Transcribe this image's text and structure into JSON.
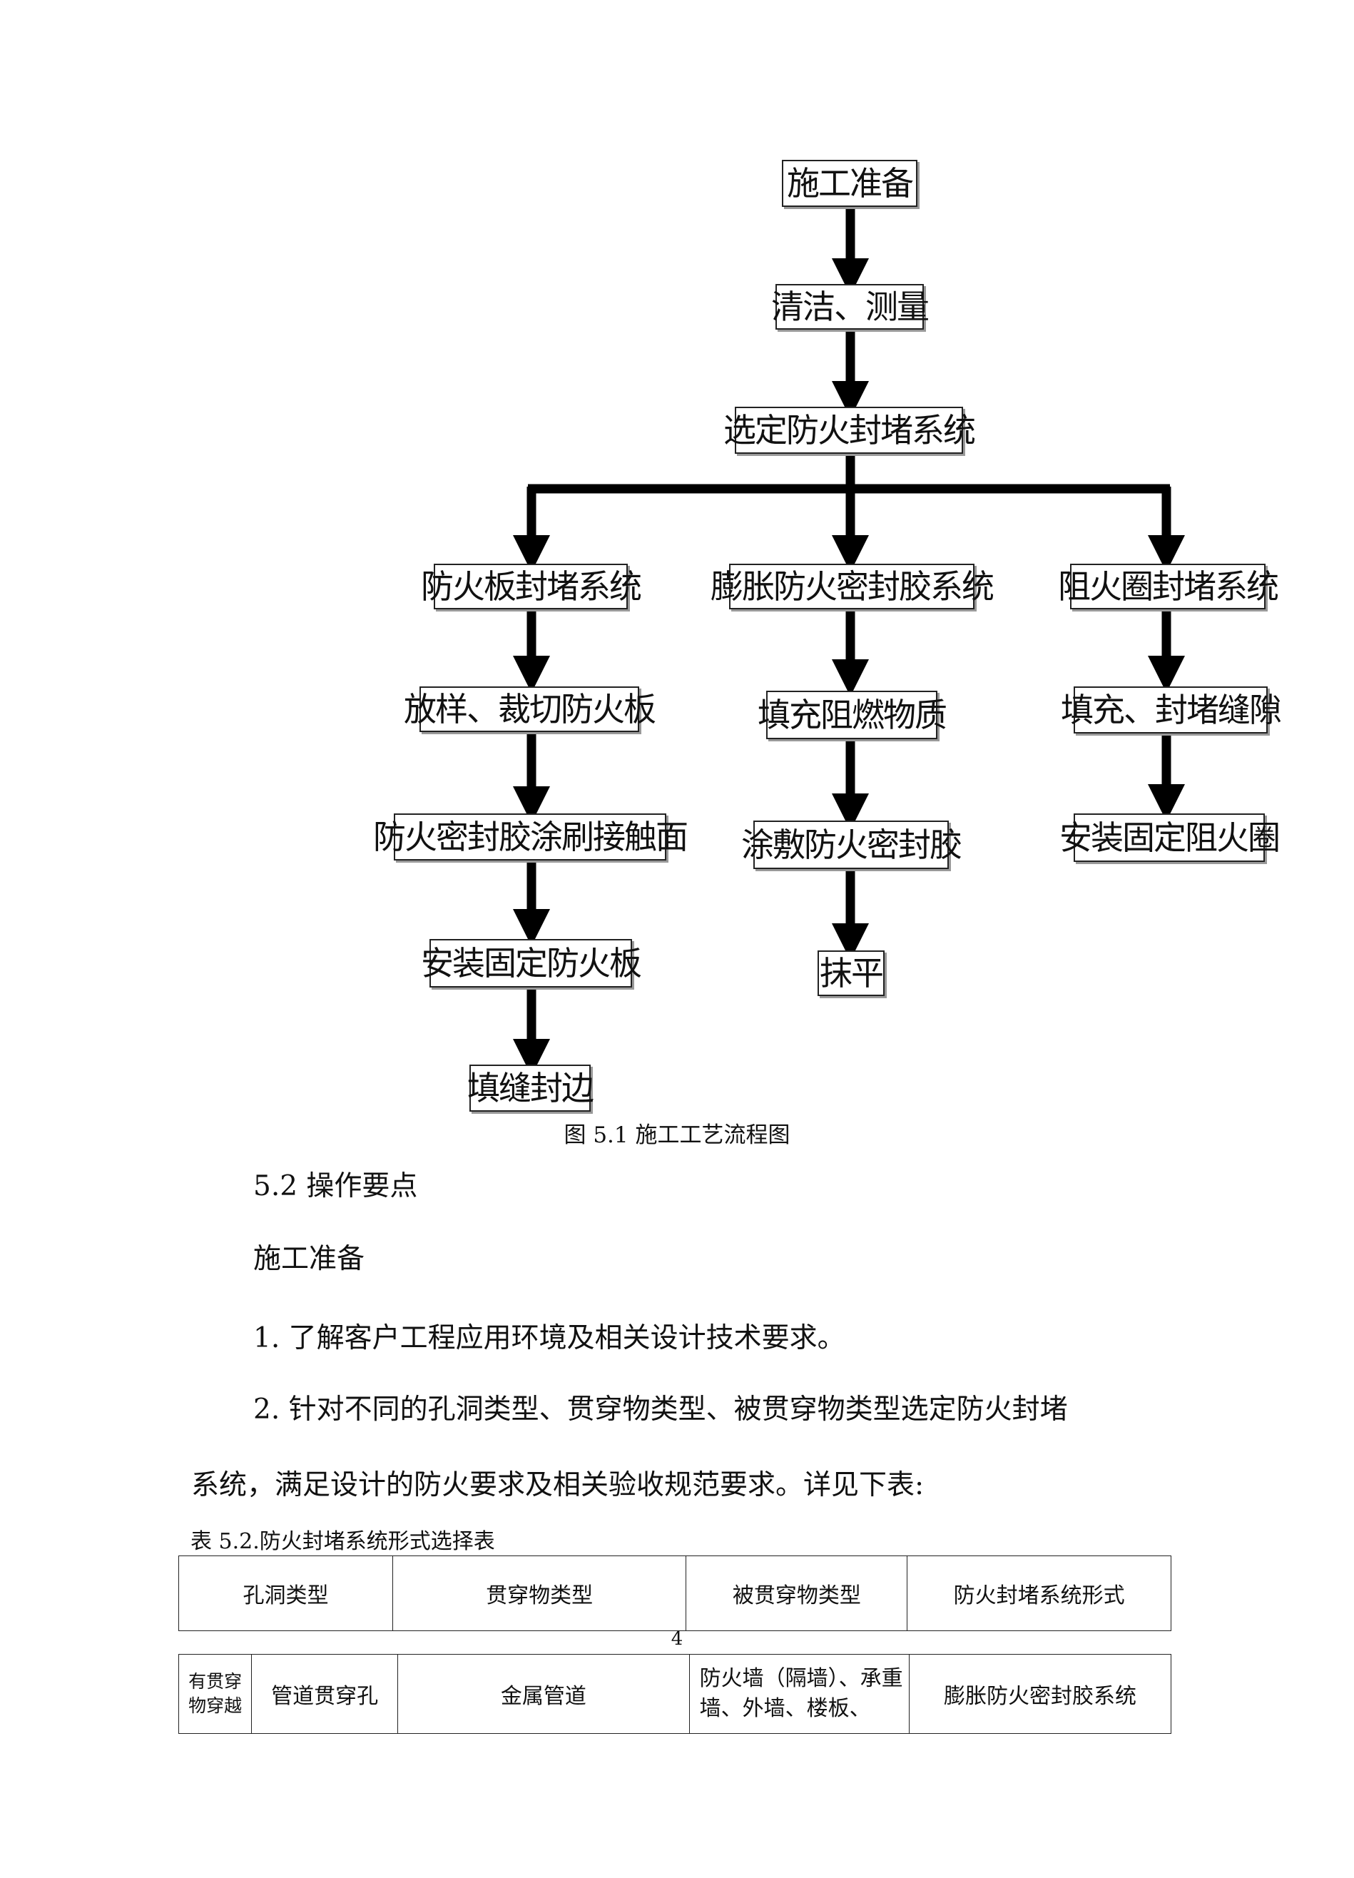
{
  "flowchart": {
    "step1": "施工准备",
    "step2": "清洁、测量",
    "step3": "选定防火封堵系统",
    "branch1": {
      "title": "防火板封堵系统",
      "steps": [
        "放样、裁切防火板",
        "防火密封胶涂刷接触面",
        "安装固定防火板",
        "填缝封边"
      ]
    },
    "branch2": {
      "title": "膨胀防火密封胶系统",
      "steps": [
        "填充阻燃物质",
        "涂敷防火密封胶",
        "抹平"
      ]
    },
    "branch3": {
      "title": "阻火圈封堵系统",
      "steps": [
        "填充、封堵缝隙",
        "安装固定阻火圈"
      ]
    },
    "caption": "图 5.1 施工工艺流程图"
  },
  "text": {
    "section": "5.2 操作要点",
    "heading": "施工准备",
    "item1": "1.  了解客户工程应用环境及相关设计技术要求。",
    "item2_line1": "2. 针对不同的孔洞类型、贯穿物类型、被贯穿物类型选定防火封堵",
    "item2_line2": "系统，满足设计的防火要求及相关验收规范要求。详见下表:"
  },
  "table": {
    "caption": "表 5.2.防火封堵系统形式选择表",
    "headers": [
      "孔洞类型",
      "贯穿物类型",
      "被贯穿物类型",
      "防火封堵系统形式"
    ],
    "page_number": "4",
    "row1": {
      "category": "有贯穿物穿越",
      "hole_type": "管道贯穿孔",
      "penetrant": "金属管道",
      "penetrated": "防火墙（隔墙）、承重墙、外墙、楼板、",
      "system": "膨胀防火密封胶系统"
    }
  }
}
